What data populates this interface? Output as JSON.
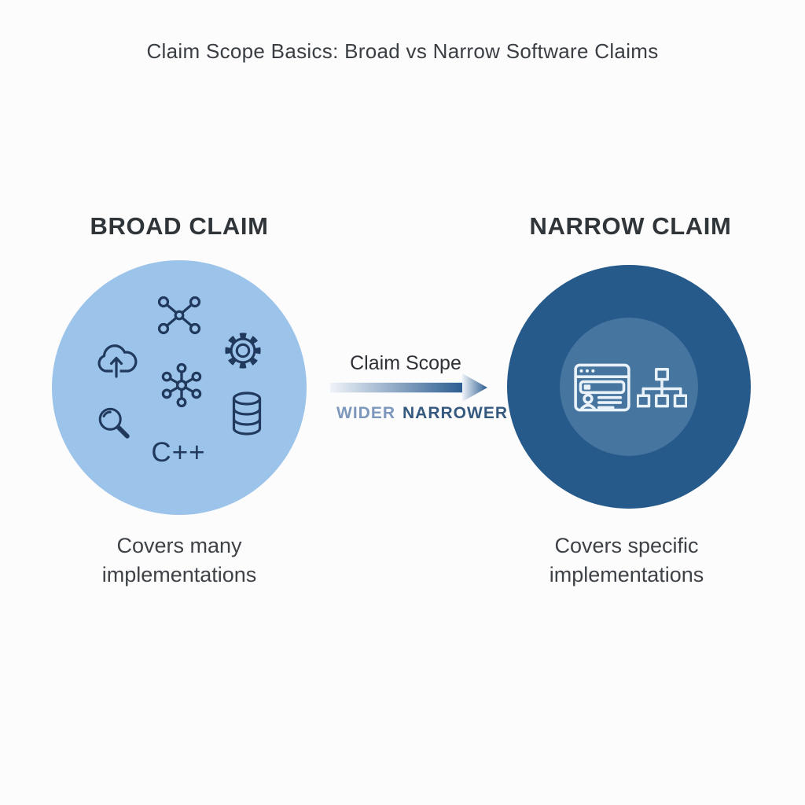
{
  "title": "Claim Scope Basics: Broad vs Narrow Software Claims",
  "broad": {
    "header": "BROAD CLAIM",
    "caption": "Covers many\nimplementations",
    "code_label": "C++",
    "circle_color": "#9CC3EA",
    "icon_color": "#20395C",
    "icons": [
      "network-x",
      "cloud-upload",
      "gear",
      "hub-network",
      "magnifier",
      "database",
      "cpp-text"
    ]
  },
  "narrow": {
    "header": "NARROW CLAIM",
    "caption": "Covers specific\nimplementations",
    "outer_circle_color": "#255A8B",
    "inner_circle_color": "#46759F",
    "icon_color": "#EAF2F9",
    "icons": [
      "browser-profile-window",
      "hierarchy-tree"
    ]
  },
  "scale": {
    "label": "Claim Scope",
    "wider": "WIDER",
    "narrower": "NARROWER",
    "wider_color": "#7C97BB",
    "narrower_color": "#36597F",
    "arrow_start_color": "#EFF3F8",
    "arrow_end_color": "#2B5C90"
  }
}
